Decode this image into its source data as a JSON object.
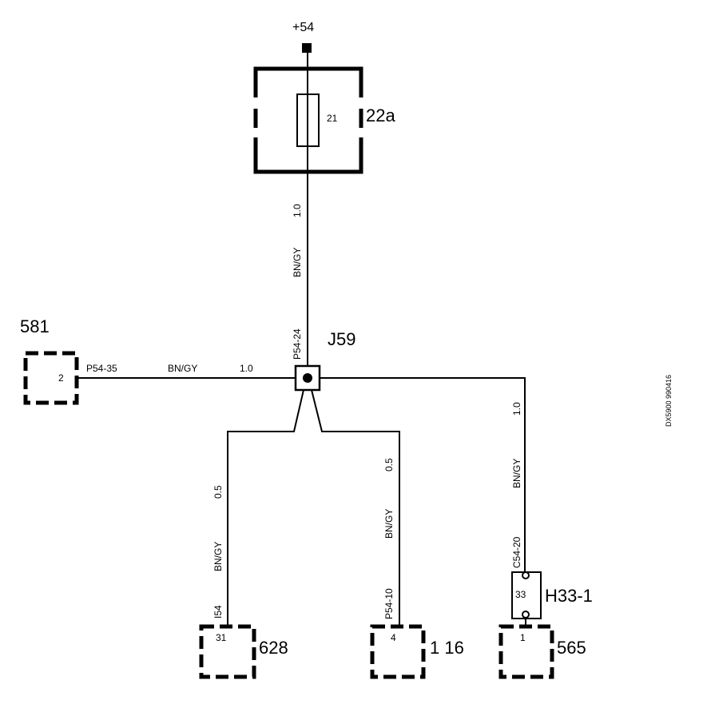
{
  "supply": {
    "label": "+54"
  },
  "fuse_box": {
    "label": "22a",
    "fuse_number": "21"
  },
  "splice": {
    "label": "J59"
  },
  "wires": {
    "main_vertical": {
      "size": "1.0",
      "color": "BN/GY",
      "pin": "P54-24"
    },
    "left": {
      "pin": "P54-35",
      "color": "BN/GY",
      "size": "1.0"
    },
    "branch_628": {
      "size": "0.5",
      "color": "BN/GY",
      "pin": "I54"
    },
    "branch_116": {
      "size": "0.5",
      "color": "BN/GY",
      "pin": "P54-10"
    },
    "branch_565": {
      "size": "1.0",
      "color": "BN/GY",
      "pin": "C54-20"
    }
  },
  "components": {
    "c581": {
      "label": "581",
      "pin": "2"
    },
    "c628": {
      "label": "628",
      "pin": "31"
    },
    "c116": {
      "label": "1 16",
      "pin": "4"
    },
    "c565": {
      "label": "565",
      "pin": "1"
    },
    "h33": {
      "label": "H33-1",
      "pin": "33"
    }
  },
  "doc_code": "DX5900 990416"
}
